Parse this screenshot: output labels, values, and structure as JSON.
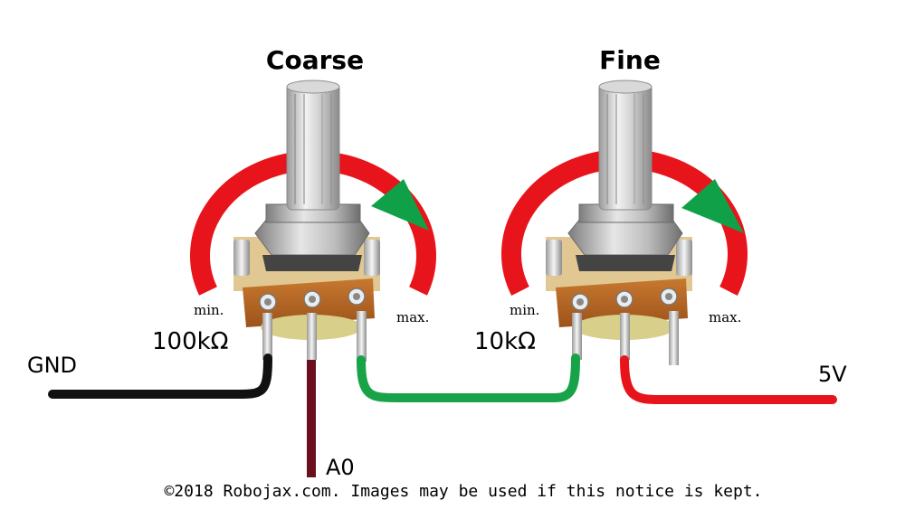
{
  "pots": [
    {
      "title": "Coarse",
      "value": "100kΩ",
      "min": "min.",
      "max": "max."
    },
    {
      "title": "Fine",
      "value": "10kΩ",
      "min": "min.",
      "max": "max."
    }
  ],
  "wires": {
    "gnd": "GND",
    "a0": "A0",
    "v5": "5V"
  },
  "colors": {
    "arc": "#e8141b",
    "arrow": "#10a048",
    "gnd_wire": "#111111",
    "a0_wire": "#6b0f1f",
    "link_wire": "#19a348",
    "v5_wire": "#e8141b",
    "board": "#b5651d"
  },
  "notice": "©2018 Robojax.com. Images may be used if this notice is kept."
}
